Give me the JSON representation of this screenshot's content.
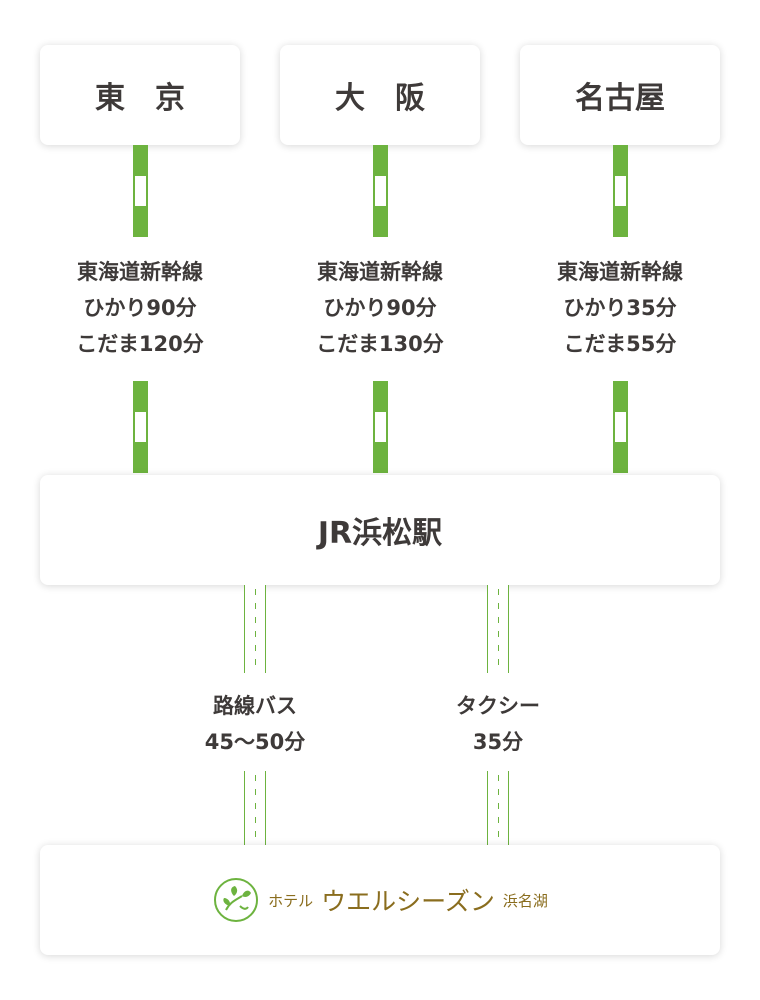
{
  "cities": [
    {
      "name": "東　京",
      "line": "東海道新幹線",
      "hikari": "ひかり90分",
      "kodama": "こだま120分"
    },
    {
      "name": "大　阪",
      "line": "東海道新幹線",
      "hikari": "ひかり90分",
      "kodama": "こだま130分"
    },
    {
      "name": "名古屋",
      "line": "東海道新幹線",
      "hikari": "ひかり35分",
      "kodama": "こだま55分"
    }
  ],
  "station": "JR浜松駅",
  "routes": [
    {
      "mode": "路線バス",
      "time": "45〜50分"
    },
    {
      "mode": "タクシー",
      "time": "35分"
    }
  ],
  "hotel": {
    "prefix": "ホテル",
    "name": "ウエルシーズン",
    "suffix": "浜名湖",
    "logo_icon": "leaf-emblem-icon"
  },
  "colors": {
    "rail": "#6db33f",
    "text": "#3e3a39",
    "logo_text": "#8a6d1e"
  }
}
